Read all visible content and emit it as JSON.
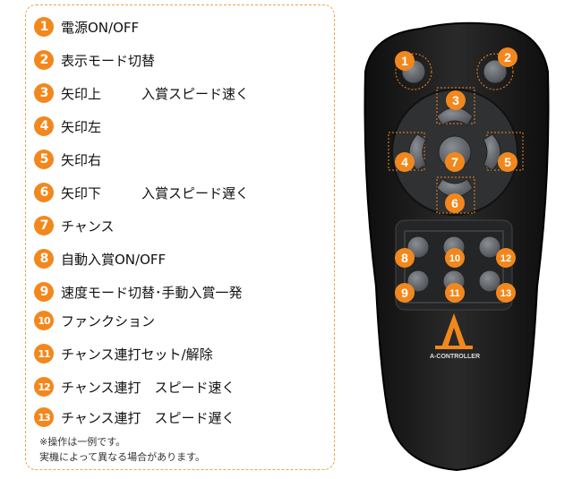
{
  "items": [
    {
      "num": "1",
      "label": "電源ON/OFF"
    },
    {
      "num": "2",
      "label": "表示モード切替"
    },
    {
      "num": "3",
      "label": "矢印上　　　入賞スピード速く"
    },
    {
      "num": "4",
      "label": "矢印左"
    },
    {
      "num": "5",
      "label": "矢印右"
    },
    {
      "num": "6",
      "label": "矢印下　　　入賞スピード遅く"
    },
    {
      "num": "7",
      "label": "チャンス"
    },
    {
      "num": "8",
      "label": "自動入賞ON/OFF"
    },
    {
      "num": "9",
      "label": "速度モード切替･手動入賞一発"
    },
    {
      "num": "10",
      "label": "ファンクション"
    },
    {
      "num": "11",
      "label": "チャンス連打セット/解除"
    },
    {
      "num": "12",
      "label": "チャンス連打　スピード速く"
    },
    {
      "num": "13",
      "label": "チャンス連打　スピード遅く"
    }
  ],
  "notes": [
    "※操作は一例です。",
    "実機によって異なる場合があります。"
  ],
  "remote": {
    "brand": "A-CONTROLLER",
    "callouts": [
      "1",
      "2",
      "3",
      "4",
      "5",
      "6",
      "7",
      "8",
      "9",
      "10",
      "11",
      "12",
      "13"
    ]
  },
  "colors": {
    "accent": "#f2881d",
    "body": "#1c1c1c",
    "button": "#5a5e63"
  }
}
